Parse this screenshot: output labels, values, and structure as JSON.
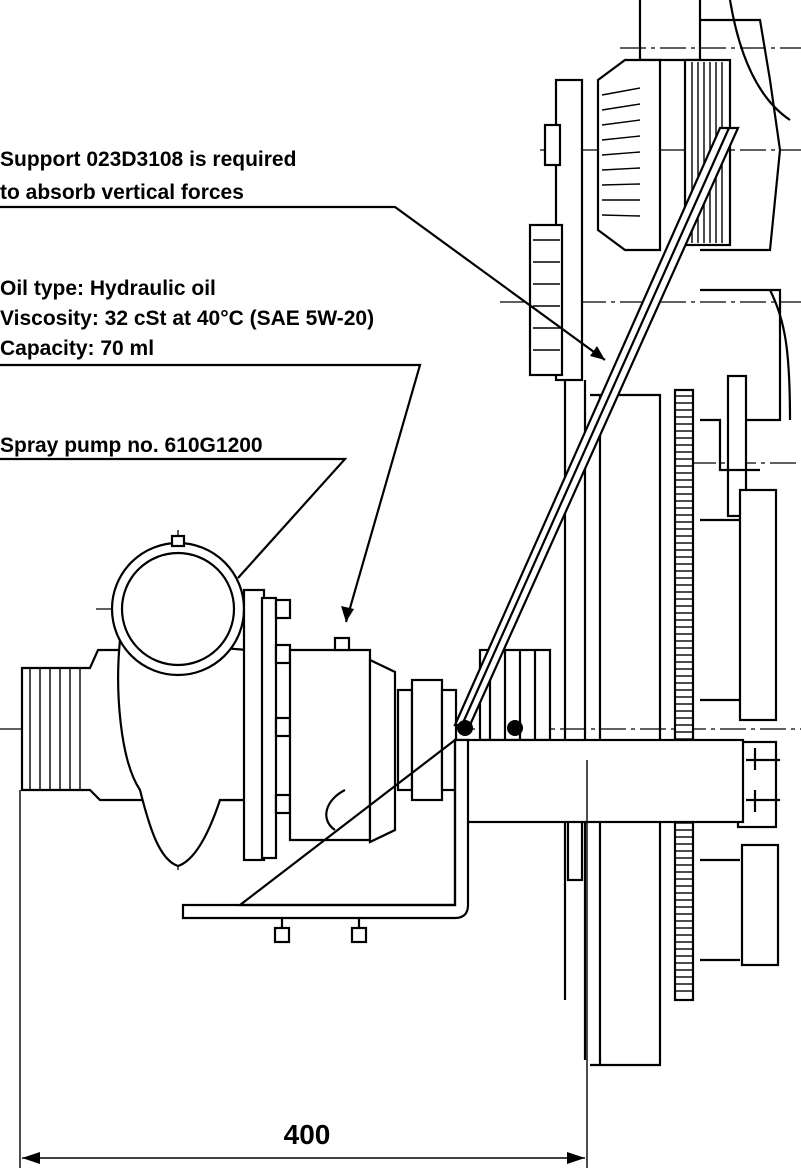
{
  "annotations": {
    "support_line1": "Support 023D3108 is required",
    "support_line2": "to absorb vertical forces",
    "oil_type": "Oil type: Hydraulic oil",
    "viscosity": "Viscosity: 32 cSt at 40°C (SAE 5W-20)",
    "capacity": "Capacity: 70 ml",
    "spray_pump": "Spray pump no. 610G1200"
  },
  "dimension": {
    "value": "400"
  }
}
